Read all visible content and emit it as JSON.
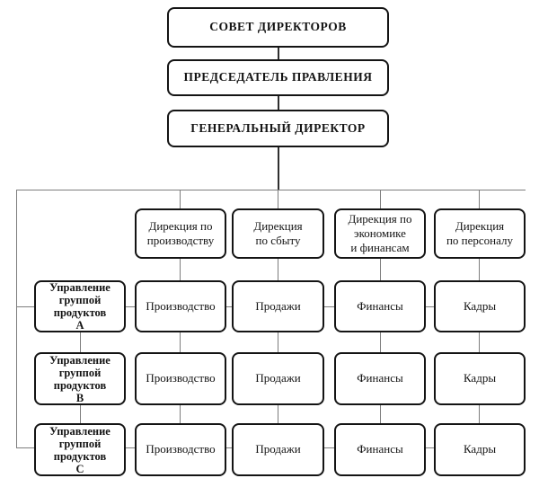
{
  "org_chart": {
    "top_levels": [
      {
        "label": "СОВЕТ ДИРЕКТОРОВ"
      },
      {
        "label": "ПРЕДСЕДАТЕЛЬ ПРАВЛЕНИЯ"
      },
      {
        "label": "ГЕНЕРАЛЬНЫЙ ДИРЕКТОР"
      }
    ],
    "directorates": [
      {
        "label": "Дирекция по\nпроизводству"
      },
      {
        "label": "Дирекция\nпо сбыту"
      },
      {
        "label": "Дирекция по\nэкономике\nи финансам"
      },
      {
        "label": "Дирекция\nпо персоналу"
      }
    ],
    "product_groups": [
      {
        "label": "Управление\nгруппой\nпродуктов\nА"
      },
      {
        "label": "Управление\nгруппой\nпродуктов\nВ"
      },
      {
        "label": "Управление\nгруппой\nпродуктов\nС"
      }
    ],
    "matrix": {
      "rows": [
        {
          "group": "А",
          "cells": [
            "Производство",
            "Продажи",
            "Финансы",
            "Кадры"
          ]
        },
        {
          "group": "В",
          "cells": [
            "Производство",
            "Продажи",
            "Финансы",
            "Кадры"
          ]
        },
        {
          "group": "С",
          "cells": [
            "Производство",
            "Продажи",
            "Финансы",
            "Кадры"
          ]
        }
      ]
    },
    "colors": {
      "background": "#ffffff",
      "box_fill": "#ffffff",
      "box_border": "#141414",
      "text": "#141414",
      "connector_grid": "#7d7d7d",
      "connector_top": "#2f2f2f"
    }
  }
}
